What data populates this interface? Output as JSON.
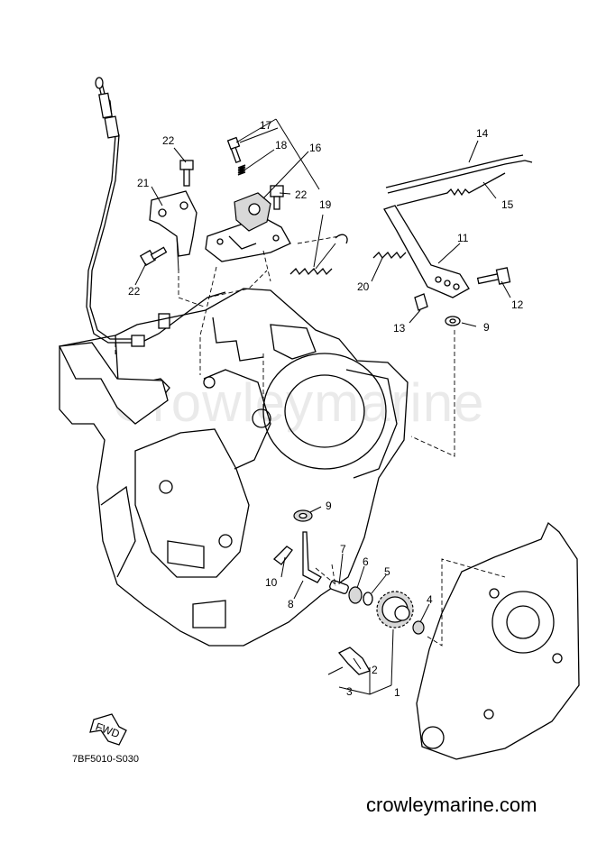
{
  "diagram": {
    "drawing_code": "7BF5010-S030",
    "footer_text": "crowleymarine.com",
    "watermark_text": "Crowleymarine",
    "fwd_label": "FWD",
    "callouts": [
      {
        "id": "c1",
        "label": "1"
      },
      {
        "id": "c2",
        "label": "2"
      },
      {
        "id": "c3",
        "label": "3"
      },
      {
        "id": "c4",
        "label": "4"
      },
      {
        "id": "c5",
        "label": "5"
      },
      {
        "id": "c6",
        "label": "6"
      },
      {
        "id": "c7",
        "label": "7"
      },
      {
        "id": "c8",
        "label": "8"
      },
      {
        "id": "c9a",
        "label": "9"
      },
      {
        "id": "c9b",
        "label": "9"
      },
      {
        "id": "c10",
        "label": "10"
      },
      {
        "id": "c11",
        "label": "11"
      },
      {
        "id": "c12",
        "label": "12"
      },
      {
        "id": "c13",
        "label": "13"
      },
      {
        "id": "c14",
        "label": "14"
      },
      {
        "id": "c15",
        "label": "15"
      },
      {
        "id": "c16",
        "label": "16"
      },
      {
        "id": "c17",
        "label": "17"
      },
      {
        "id": "c18",
        "label": "18"
      },
      {
        "id": "c19",
        "label": "19"
      },
      {
        "id": "c20",
        "label": "20"
      },
      {
        "id": "c21",
        "label": "21"
      },
      {
        "id": "c22a",
        "label": "22"
      },
      {
        "id": "c22b",
        "label": "22"
      },
      {
        "id": "c22c",
        "label": "22"
      }
    ]
  }
}
